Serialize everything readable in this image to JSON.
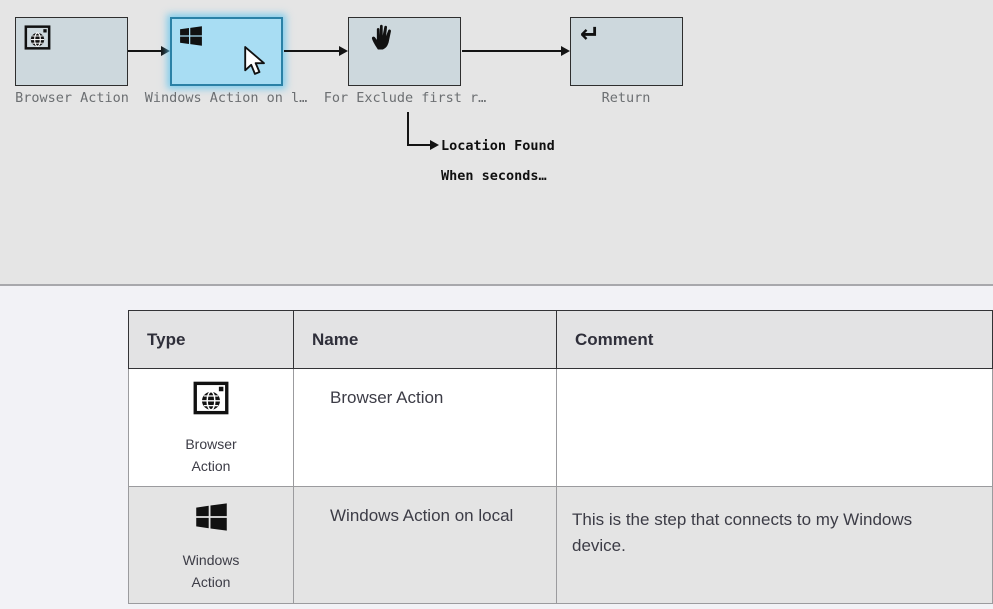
{
  "flow": {
    "nodes": [
      {
        "label": "Browser Action",
        "icon": "browser-window-icon",
        "selected": false
      },
      {
        "label": "Windows Action on l…",
        "icon": "windows-logo-icon",
        "selected": true
      },
      {
        "label": "For Exclude first r…",
        "icon": "hand-icon",
        "selected": false
      },
      {
        "label": "Return",
        "icon": "return-arrow-icon",
        "selected": false
      }
    ],
    "return_glyph": "↵",
    "branch": {
      "label": "Location Found",
      "sub_label": "When seconds…"
    }
  },
  "table": {
    "headers": [
      "Type",
      "Name",
      "Comment"
    ],
    "rows": [
      {
        "type": "Browser Action",
        "icon": "browser-window-icon",
        "name": "Browser Action",
        "comment": ""
      },
      {
        "type": "Windows Action",
        "icon": "windows-logo-icon",
        "name": "Windows Action on local",
        "comment": "This is the step that connects to my Windows device."
      }
    ]
  },
  "colors": {
    "canvas_bg": "#e5e5e5",
    "panel_bg": "#f2f2f6",
    "node_fill": "#cdd8dd",
    "node_border": "#2e2e2e",
    "selected_node_fill": "#a8ddf3",
    "selected_node_border": "#2a81a6",
    "selection_glow": "#60c4ee",
    "table_header_bg": "#e3e3e4",
    "alt_row_bg": "#e4e4e4",
    "node_label_text": "#6c6f72",
    "table_text": "#3c3c46"
  }
}
